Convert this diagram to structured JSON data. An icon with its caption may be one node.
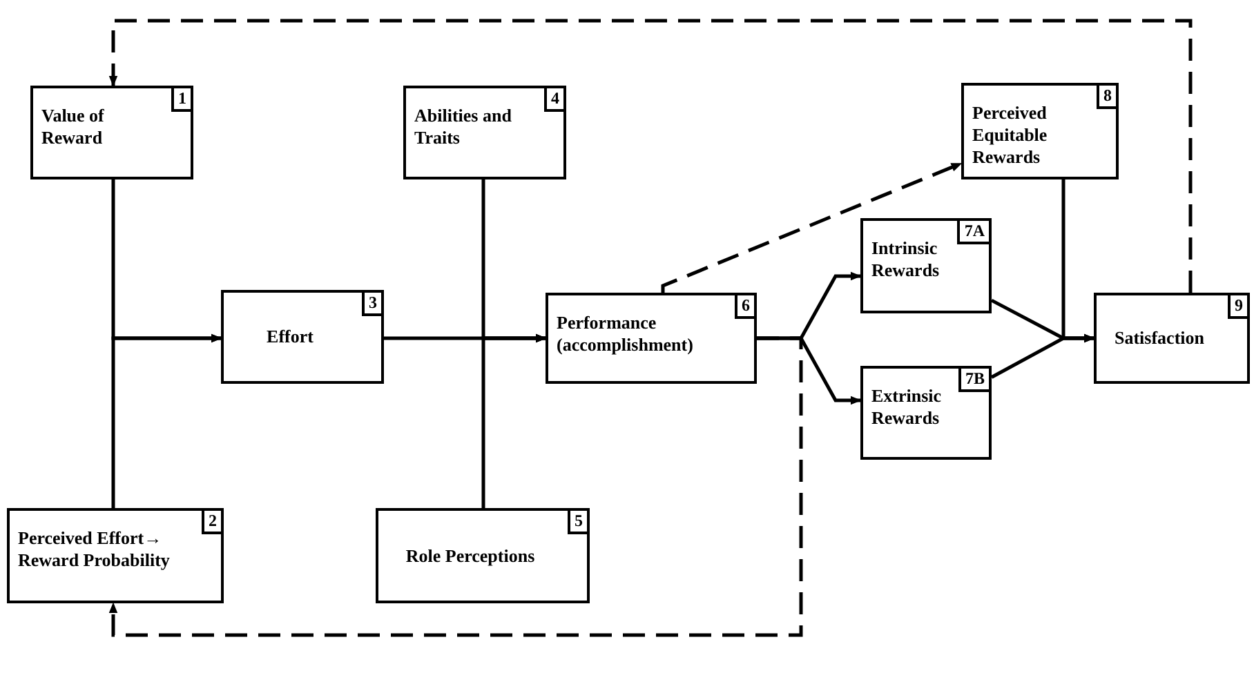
{
  "diagram": {
    "nodes": [
      {
        "text": [
          "Value of Reward",
          "1"
        ]
      },
      {
        "text": [
          "Perceived Effort→ Reward Probability",
          "2"
        ]
      },
      {
        "text": [
          "Effort",
          "3"
        ]
      },
      {
        "text": [
          "Abilities and Traits",
          "4"
        ]
      },
      {
        "text": [
          "Role Perceptions",
          "5"
        ]
      },
      {
        "text": [
          "Performance (accomplishment)",
          "6"
        ]
      },
      {
        "text": [
          "Perceived Equitable Rewards",
          "8"
        ]
      },
      {
        "text": [
          "Intrinsic Rewards",
          "7A"
        ]
      },
      {
        "text": [
          "Extrinsic Rewards",
          "7B"
        ]
      },
      {
        "text": [
          "Satisfaction",
          "9"
        ]
      }
    ],
    "edges": [
      {
        "from": 0,
        "to": 2,
        "arrow": "to"
      },
      {
        "from": 1,
        "to": 2,
        "arrow": "to"
      },
      {
        "from": 2,
        "to": 5,
        "arrow": "to"
      },
      {
        "from": 3,
        "to": 5,
        "arrow": "to"
      },
      {
        "from": 4,
        "to": 5,
        "arrow": "to"
      },
      {
        "from": 5,
        "to": 6,
        "arrow": "to",
        "style": "dashed"
      },
      {
        "from": 5,
        "to": 7,
        "arrow": "to"
      },
      {
        "from": 5,
        "to": 8,
        "arrow": "to"
      },
      {
        "from": 6,
        "to": 9,
        "arrow": "to"
      },
      {
        "from": 7,
        "to": 9,
        "arrow": "to"
      },
      {
        "from": 8,
        "to": 9,
        "arrow": "to"
      },
      {
        "from": 5,
        "to": 1,
        "arrow": "to",
        "style": "dashed"
      },
      {
        "from": 9,
        "to": 0,
        "arrow": "to",
        "style": "dashed"
      }
    ]
  }
}
